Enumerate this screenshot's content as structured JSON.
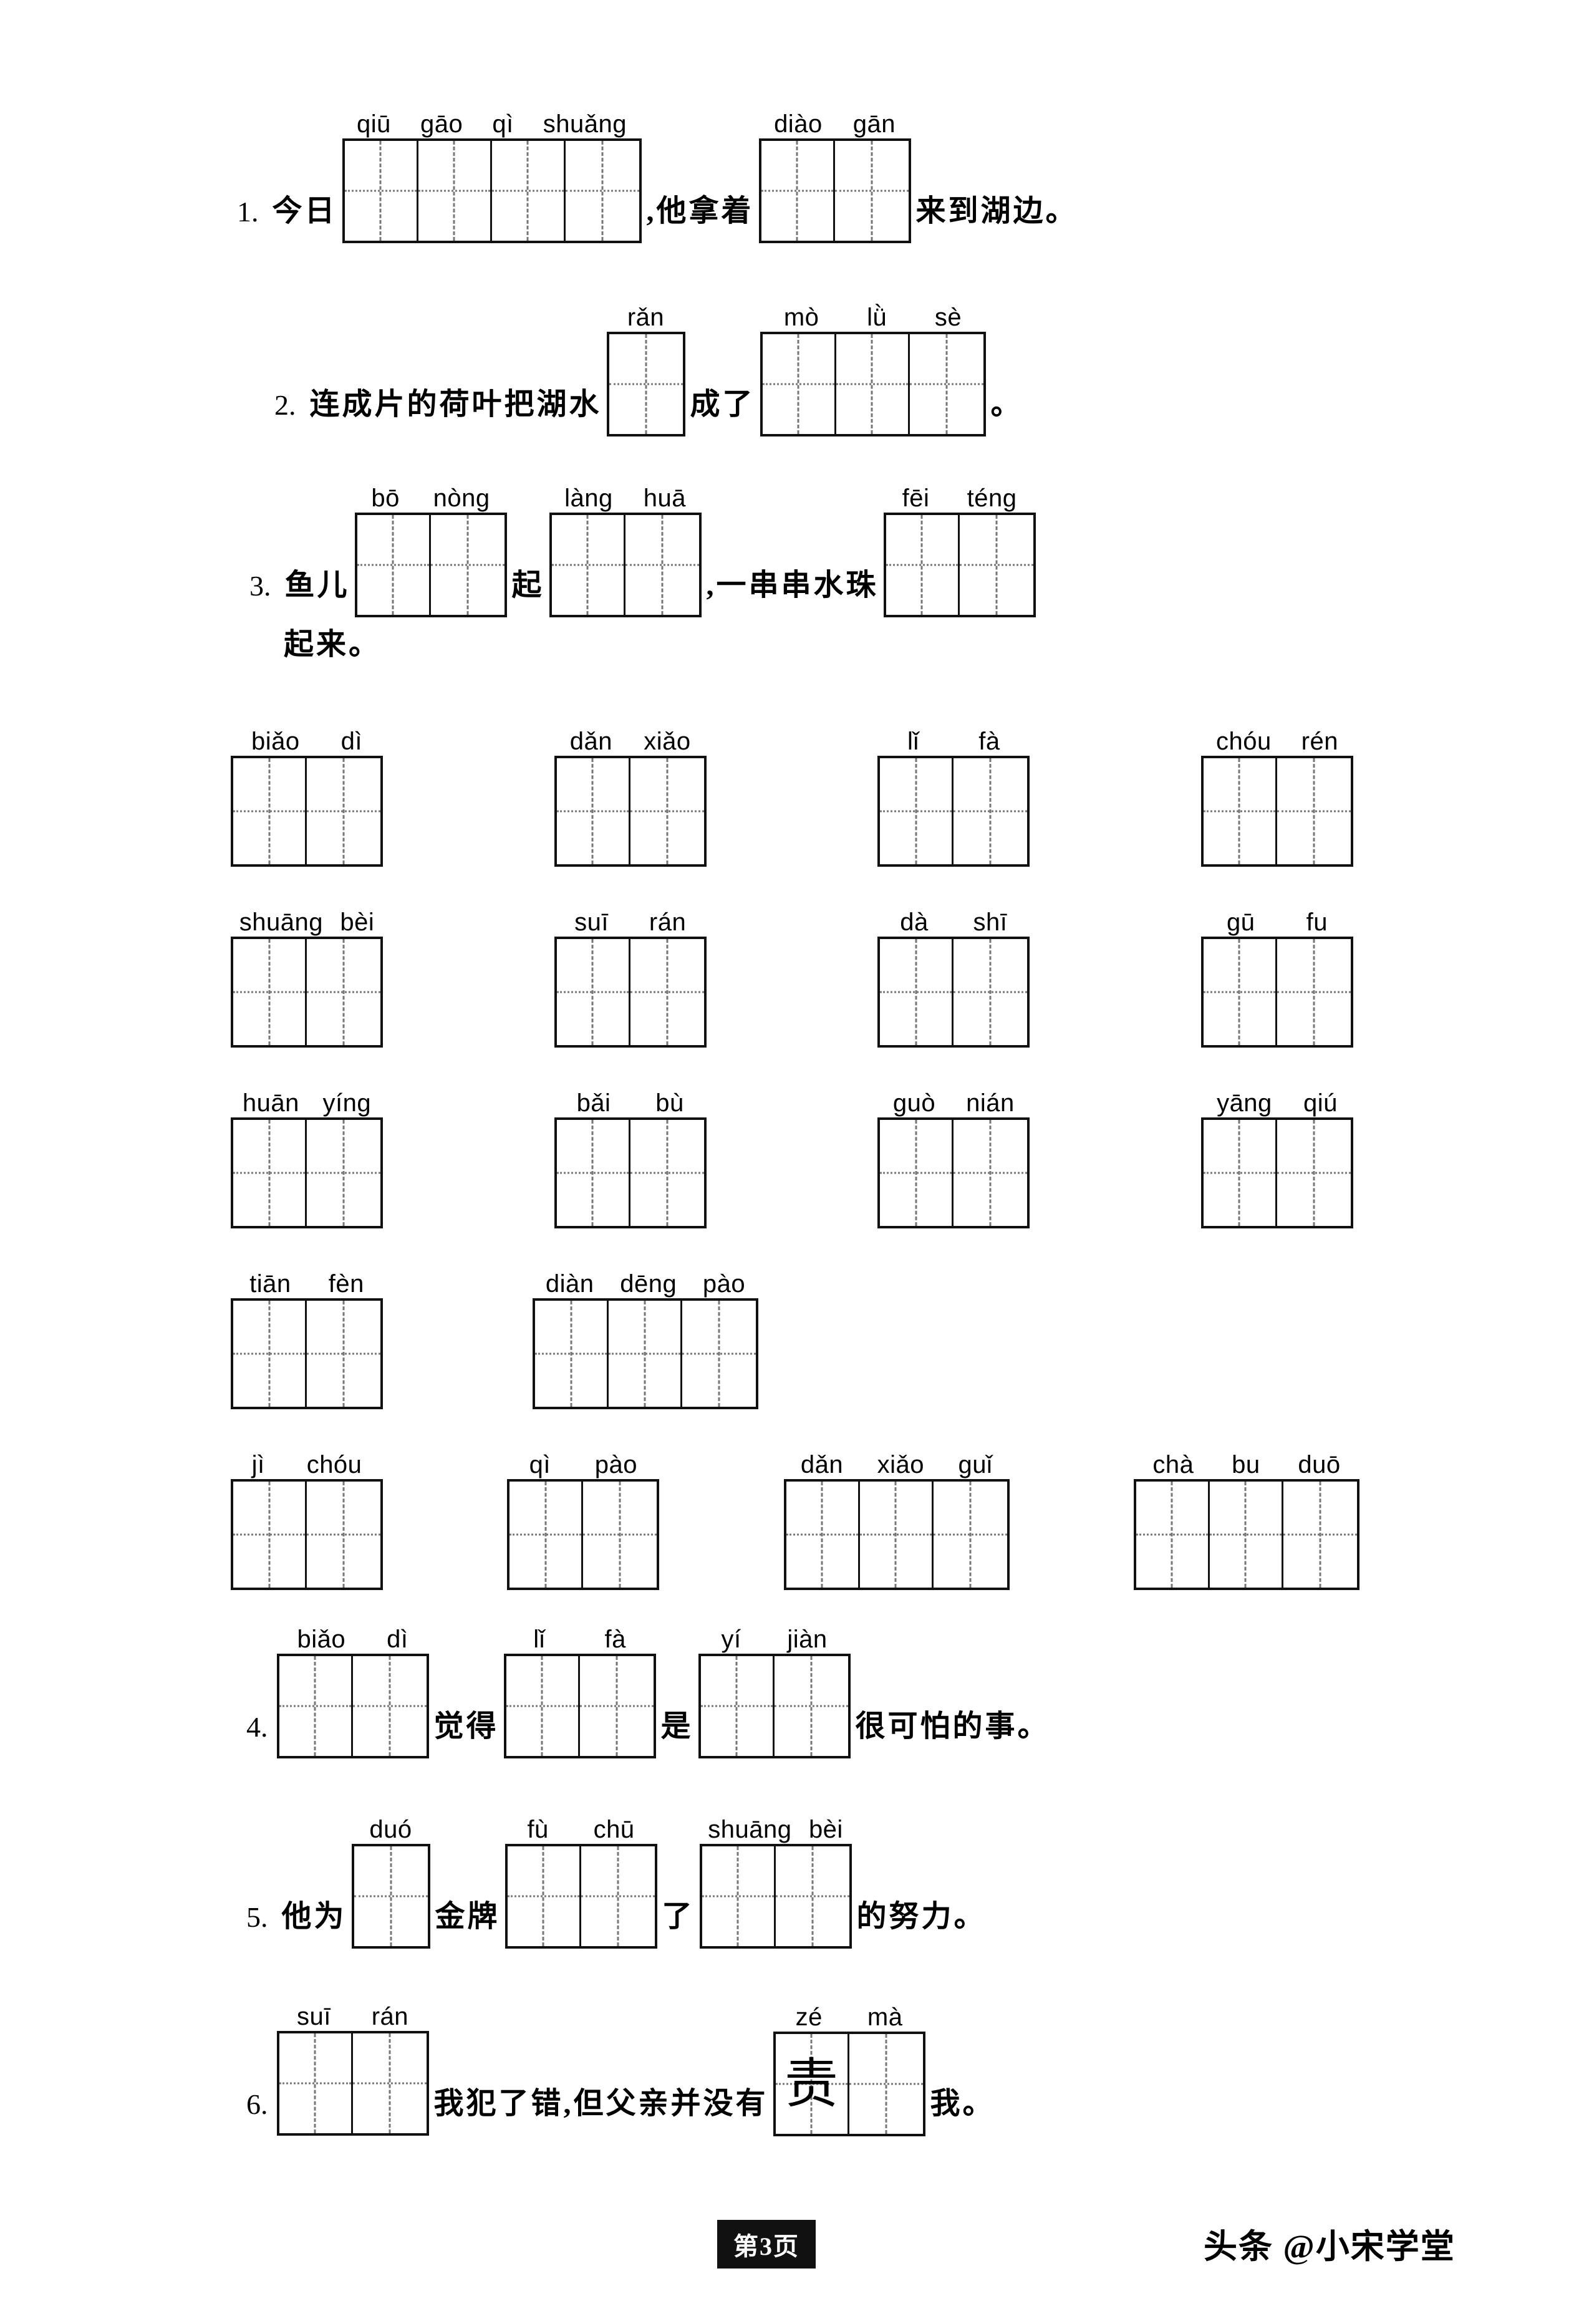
{
  "sentences": [
    {
      "number": "1.",
      "parts": [
        {
          "type": "text",
          "value": "今日"
        },
        {
          "type": "grid",
          "pinyin": [
            "qiū",
            "gāo",
            "qì",
            "shuǎng"
          ],
          "cells": 4,
          "filled": [
            "",
            "",
            "",
            ""
          ]
        },
        {
          "type": "text",
          "value": ",他拿着"
        },
        {
          "type": "grid",
          "pinyin": [
            "diào",
            "gān"
          ],
          "cells": 2,
          "filled": [
            "",
            ""
          ]
        },
        {
          "type": "text",
          "value": "来到湖边。"
        }
      ]
    },
    {
      "number": "2.",
      "parts": [
        {
          "type": "text",
          "value": "连成片的荷叶把湖水"
        },
        {
          "type": "grid",
          "pinyin": [
            "rǎn"
          ],
          "cells": 1,
          "filled": [
            ""
          ]
        },
        {
          "type": "text",
          "value": "成了"
        },
        {
          "type": "grid",
          "pinyin": [
            "mò",
            "lǜ",
            "sè"
          ],
          "cells": 3,
          "filled": [
            "",
            "",
            ""
          ]
        },
        {
          "type": "text",
          "value": "。"
        }
      ]
    },
    {
      "number": "3.",
      "parts": [
        {
          "type": "text",
          "value": "鱼儿"
        },
        {
          "type": "grid",
          "pinyin": [
            "bō",
            "nòng"
          ],
          "cells": 2,
          "filled": [
            "",
            ""
          ]
        },
        {
          "type": "text",
          "value": "起"
        },
        {
          "type": "grid",
          "pinyin": [
            "làng",
            "huā"
          ],
          "cells": 2,
          "filled": [
            "",
            ""
          ]
        },
        {
          "type": "text",
          "value": ",一串串水珠"
        },
        {
          "type": "grid",
          "pinyin": [
            "fēi",
            "téng"
          ],
          "cells": 2,
          "filled": [
            "",
            ""
          ]
        }
      ],
      "continuation": "起来。"
    },
    {
      "number": "4.",
      "parts": [
        {
          "type": "grid",
          "pinyin": [
            "biǎo",
            "dì"
          ],
          "cells": 2,
          "filled": [
            "",
            ""
          ]
        },
        {
          "type": "text",
          "value": "觉得"
        },
        {
          "type": "grid",
          "pinyin": [
            "lǐ",
            "fà"
          ],
          "cells": 2,
          "filled": [
            "",
            ""
          ]
        },
        {
          "type": "text",
          "value": "是"
        },
        {
          "type": "grid",
          "pinyin": [
            "yí",
            "jiàn"
          ],
          "cells": 2,
          "filled": [
            "",
            ""
          ]
        },
        {
          "type": "text",
          "value": "很可怕的事。"
        }
      ]
    },
    {
      "number": "5.",
      "parts": [
        {
          "type": "text",
          "value": "他为"
        },
        {
          "type": "grid",
          "pinyin": [
            "duó"
          ],
          "cells": 1,
          "filled": [
            ""
          ]
        },
        {
          "type": "text",
          "value": "金牌"
        },
        {
          "type": "grid",
          "pinyin": [
            "fù",
            "chū"
          ],
          "cells": 2,
          "filled": [
            "",
            ""
          ]
        },
        {
          "type": "text",
          "value": "了"
        },
        {
          "type": "grid",
          "pinyin": [
            "shuāng",
            "bèi"
          ],
          "cells": 2,
          "filled": [
            "",
            ""
          ]
        },
        {
          "type": "text",
          "value": "的努力。"
        }
      ]
    },
    {
      "number": "6.",
      "parts": [
        {
          "type": "grid",
          "pinyin": [
            "suī",
            "rán"
          ],
          "cells": 2,
          "filled": [
            "",
            ""
          ]
        },
        {
          "type": "text",
          "value": "我犯了错,但父亲并没有"
        },
        {
          "type": "grid",
          "pinyin": [
            "zé",
            "mà"
          ],
          "cells": 2,
          "filled": [
            "责",
            ""
          ]
        },
        {
          "type": "text",
          "value": "我。"
        }
      ]
    }
  ],
  "word_bank": [
    [
      {
        "pinyin": [
          "biǎo",
          "dì"
        ],
        "cells": 2
      },
      {
        "pinyin": [
          "dǎn",
          "xiǎo"
        ],
        "cells": 2
      },
      {
        "pinyin": [
          "lǐ",
          "fà"
        ],
        "cells": 2
      },
      {
        "pinyin": [
          "chóu",
          "rén"
        ],
        "cells": 2
      }
    ],
    [
      {
        "pinyin": [
          "shuāng",
          "bèi"
        ],
        "cells": 2
      },
      {
        "pinyin": [
          "suī",
          "rán"
        ],
        "cells": 2
      },
      {
        "pinyin": [
          "dà",
          "shī"
        ],
        "cells": 2
      },
      {
        "pinyin": [
          "gū",
          "fu"
        ],
        "cells": 2
      }
    ],
    [
      {
        "pinyin": [
          "huān",
          "yíng"
        ],
        "cells": 2
      },
      {
        "pinyin": [
          "bǎi",
          "bù"
        ],
        "cells": 2
      },
      {
        "pinyin": [
          "guò",
          "nián"
        ],
        "cells": 2
      },
      {
        "pinyin": [
          "yāng",
          "qiú"
        ],
        "cells": 2
      }
    ],
    [
      {
        "pinyin": [
          "tiān",
          "fèn"
        ],
        "cells": 2
      },
      {
        "pinyin": [
          "diàn",
          "dēng",
          "pào"
        ],
        "cells": 3
      }
    ],
    [
      {
        "pinyin": [
          "jì",
          "chóu"
        ],
        "cells": 2
      },
      {
        "pinyin": [
          "qì",
          "pào"
        ],
        "cells": 2
      },
      {
        "pinyin": [
          "dǎn",
          "xiǎo",
          "guǐ"
        ],
        "cells": 3
      },
      {
        "pinyin": [
          "chà",
          "bu",
          "duō"
        ],
        "cells": 3
      }
    ]
  ],
  "footer": {
    "page_label": "第3页",
    "watermark": "头条 @小宋学堂"
  }
}
